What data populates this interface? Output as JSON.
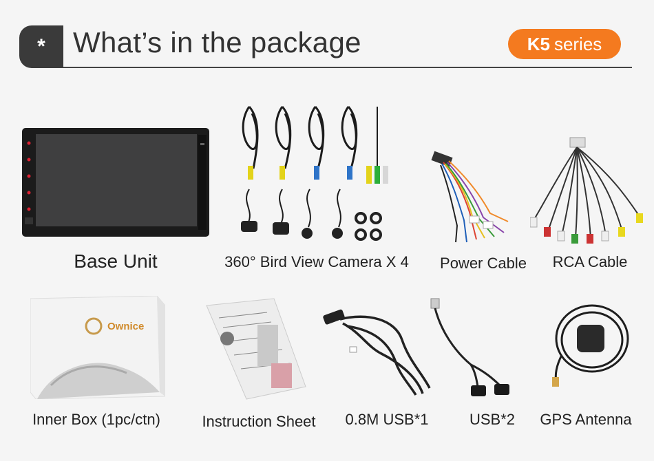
{
  "header": {
    "badge_symbol": "*",
    "title": "What’s in the package",
    "series_bold": "K5",
    "series_text": "series"
  },
  "brand": {
    "logo_text": "Ownice"
  },
  "colors": {
    "accent": "#f47a1f",
    "badge": "#3a3a3a"
  },
  "items": {
    "base_unit": "Base Unit",
    "cameras": "360° Bird View  Camera X 4",
    "power_cable": "Power Cable",
    "rca_cable": "RCA Cable",
    "inner_box": "Inner Box (1pc/ctn)",
    "instruction_sheet": "Instruction Sheet",
    "usb_cable": "0.8M USB*1",
    "usb2": "USB*2",
    "gps_antenna": "GPS Antenna"
  }
}
